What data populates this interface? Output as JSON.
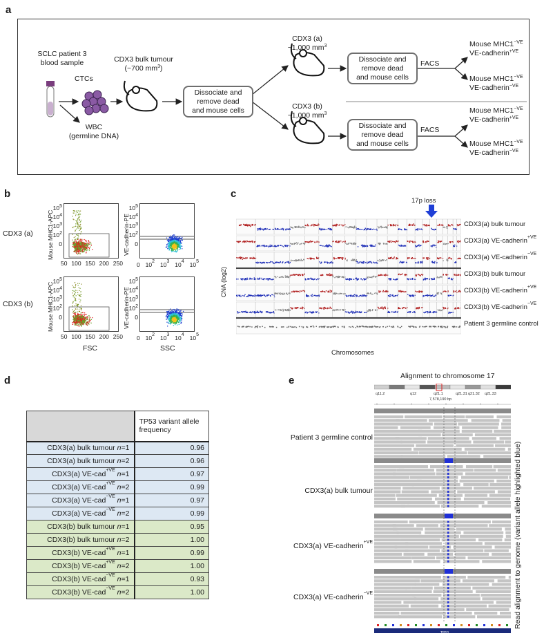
{
  "panels": {
    "a": "a",
    "b": "b",
    "c": "c",
    "d": "d",
    "e": "e"
  },
  "panel_a": {
    "patient_label": "SCLC patient 3\nblood sample",
    "ctcs": "CTCs",
    "bulk_tumour": "CDX3 bulk tumour",
    "bulk_volume": "(~700 mm",
    "bulk_volume_sup": "3",
    "bulk_volume_end": ")",
    "wbc": "WBC\n(germline DNA)",
    "dissociate_box": "Dissociate and\nremove dead\nand mouse cells",
    "cdx3a": "CDX3 (a)",
    "cdx3a_vol": "~1,000 mm",
    "cdx3b": "CDX3 (b)",
    "cdx3b_vol": "~1,000 mm",
    "vol_sup": "3",
    "facs": "FACS",
    "mouse_mhc": "Mouse MHC1",
    "ve": "VE-cadherin",
    "neg_sup": "−VE",
    "pos_sup": "+VE"
  },
  "panel_b": {
    "row_labels": [
      "CDX3 (a)",
      "CDX3 (b)"
    ],
    "y_left": "Mouse MHC1-APC",
    "y_right": "VE-cadherin-PE",
    "x_left": "FSC",
    "x_right": "SSC",
    "y_ticks": [
      "10",
      "10",
      "10",
      "10",
      "0"
    ],
    "y_tick_sups": [
      "5",
      "4",
      "3",
      "2",
      ""
    ],
    "x_ticks_left": [
      "50",
      "100",
      "150",
      "200",
      "250"
    ],
    "x_ticks_right": [
      "0",
      "10",
      "10",
      "10",
      "10"
    ],
    "x_ticks_right_sups": [
      "",
      "2",
      "3",
      "4",
      "5"
    ]
  },
  "panel_c": {
    "annotation": "17p loss",
    "ylabel": "CNA (log2)",
    "xlabel": "Chromosomes",
    "rows": [
      {
        "prefix": "CDX3(a) bulk tumour",
        "sup": ""
      },
      {
        "prefix": "CDX3(a) VE-cadherin",
        "sup": "+VE"
      },
      {
        "prefix": "CDX3(a) VE-cadherin",
        "sup": "−VE"
      },
      {
        "prefix": "CDX3(b) bulk tumour",
        "sup": ""
      },
      {
        "prefix": "CDX3(b) VE-cadherin",
        "sup": "+VE"
      },
      {
        "prefix": "CDX3(b) VE-cadherin",
        "sup": "−VE"
      },
      {
        "prefix": "Patient 3 germline control",
        "sup": ""
      }
    ]
  },
  "panel_d": {
    "header": "TP53 variant allele\nfrequency",
    "rows": [
      {
        "pre": "CDX3(a) bulk tumour ",
        "sup": "",
        "post": "",
        "n": "n",
        "rep": "=1",
        "value": "0.96",
        "group": "a"
      },
      {
        "pre": "CDX3(a) bulk tumour ",
        "sup": "",
        "post": "",
        "n": "n",
        "rep": "=2",
        "value": "0.96",
        "group": "a"
      },
      {
        "pre": "CDX3(a) VE-cad",
        "sup": "+VE",
        "post": " ",
        "n": "n",
        "rep": "=1",
        "value": "0.97",
        "group": "a"
      },
      {
        "pre": "CDX3(a) VE-cad",
        "sup": "+VE",
        "post": " ",
        "n": "n",
        "rep": "=2",
        "value": "0.99",
        "group": "a"
      },
      {
        "pre": "CDX3(a) VE-cad",
        "sup": "−VE",
        "post": " ",
        "n": "n",
        "rep": "=1",
        "value": "0.97",
        "group": "a"
      },
      {
        "pre": "CDX3(a) VE-cad",
        "sup": "−VE",
        "post": " ",
        "n": "n",
        "rep": "=2",
        "value": "0.99",
        "group": "a"
      },
      {
        "pre": "CDX3(b) bulk tumour ",
        "sup": "",
        "post": "",
        "n": "n",
        "rep": "=1",
        "value": "0.95",
        "group": "b"
      },
      {
        "pre": "CDX3(b) bulk tumour ",
        "sup": "",
        "post": "",
        "n": "n",
        "rep": "=2",
        "value": "1.00",
        "group": "b"
      },
      {
        "pre": "CDX3(b) VE-cad",
        "sup": "+VE",
        "post": " ",
        "n": "n",
        "rep": "=1",
        "value": "0.99",
        "group": "b"
      },
      {
        "pre": "CDX3(b) VE-cad",
        "sup": "+VE",
        "post": " ",
        "n": "n",
        "rep": "=2",
        "value": "1.00",
        "group": "b"
      },
      {
        "pre": "CDX3(b) VE-cad",
        "sup": "−VE",
        "post": " ",
        "n": "n",
        "rep": "=1",
        "value": "0.93",
        "group": "b"
      },
      {
        "pre": "CDX3(b) VE-cad",
        "sup": "−VE",
        "post": " ",
        "n": "n",
        "rep": "=2",
        "value": "1.00",
        "group": "b"
      }
    ],
    "colors": {
      "a": "#dde8f3",
      "b": "#dbe9c8",
      "header": "#d8d8d8"
    }
  },
  "panel_e": {
    "title": "Alignment to chromosome 17",
    "bands": [
      "q11.2",
      "q12",
      "q21.1",
      "q21.31",
      "q21.32",
      "q21.33"
    ],
    "position": "7,578,190 bp",
    "gene": "TP53",
    "side_label": "Read alignment to genome (variant allele highlighted blue)",
    "tracks": [
      {
        "prefix": "Patient 3 germline control",
        "sup": ""
      },
      {
        "prefix": "CDX3(a) bulk tumour",
        "sup": ""
      },
      {
        "prefix": "CDX3(a) VE-cadherin",
        "sup": "+VE"
      },
      {
        "prefix": "CDX3(a) VE-cadherin",
        "sup": "−VE"
      }
    ],
    "variant_color": "#1f2fd6"
  }
}
